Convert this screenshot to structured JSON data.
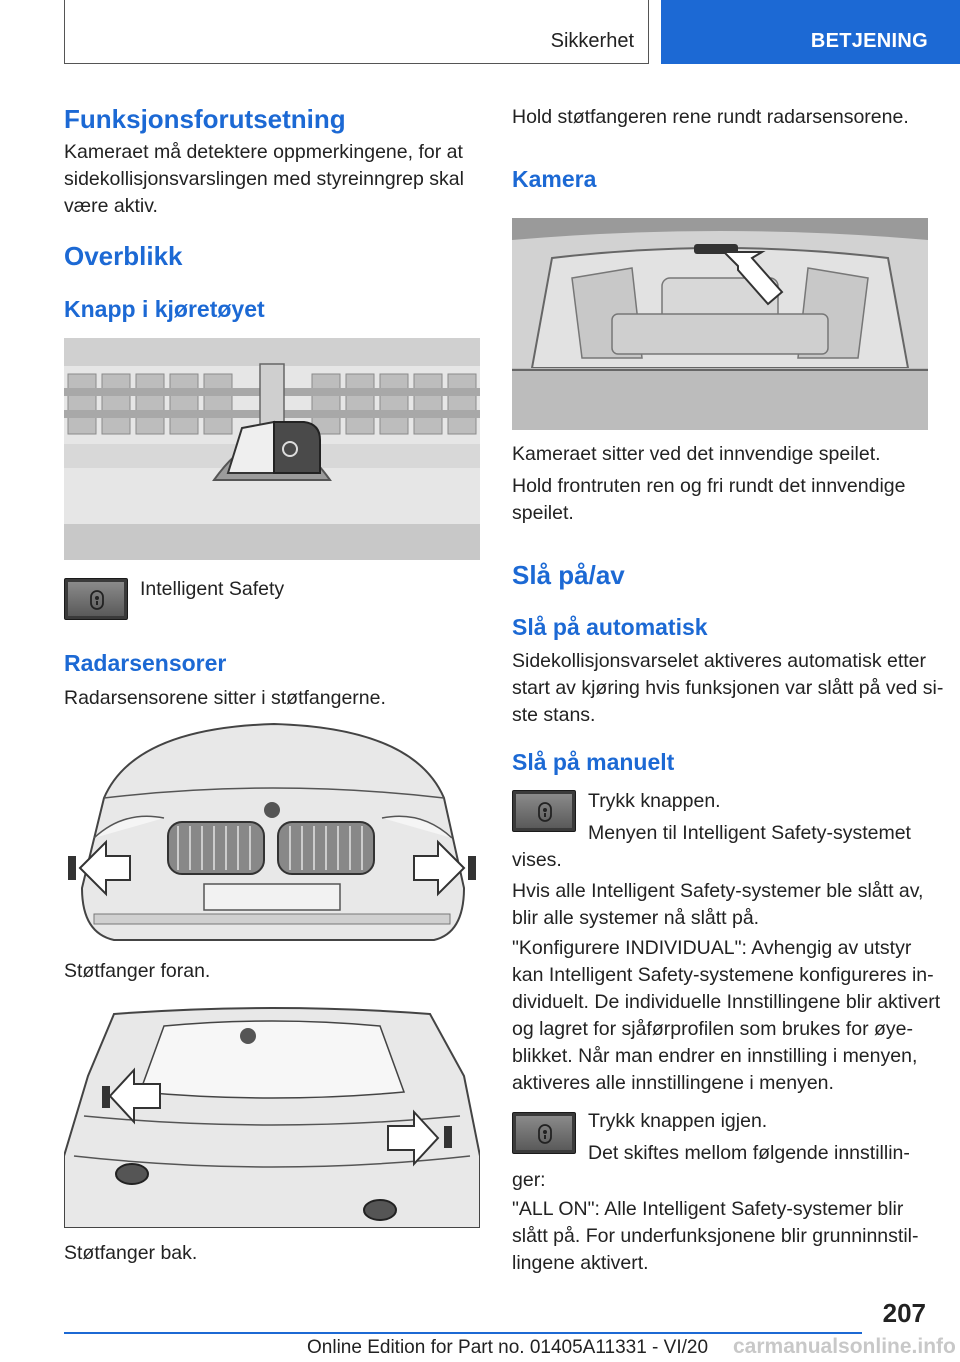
{
  "header": {
    "section": "Sikkerhet",
    "chapter": "BETJENING"
  },
  "left": {
    "h_funksjon": "Funksjonsforutsetning",
    "p_funksjon": [
      "Kameraet må detektere oppmerkingene, for at",
      "sidekollisjonsvarslingen med styreinngrep skal",
      "være aktiv."
    ],
    "h_overblikk": "Overblikk",
    "h_knapp": "Knapp i kjøretøyet",
    "button_label": "Intelligent Safety",
    "h_radar": "Radarsensorer",
    "p_radar": "Radarsensorene sitter i støtfangerne.",
    "caption_front": "Støtfanger foran.",
    "caption_rear": "Støtfanger bak."
  },
  "right": {
    "p_hold": "Hold støtfangeren rene rundt radarsensorene.",
    "h_kamera": "Kamera",
    "p_kamera1": "Kameraet sitter ved det innvendige speilet.",
    "p_kamera2": [
      "Hold frontruten ren og fri rundt det innvendige",
      "speilet."
    ],
    "h_slaa": "Slå på/av",
    "h_auto": "Slå på automatisk",
    "p_auto": [
      "Sidekollisjonsvarselet aktiveres automatisk etter",
      "start av kjøring hvis funksjonen var slått på ved si-",
      "ste stans."
    ],
    "h_manuelt": "Slå på manuelt",
    "p_trykk1": "Trykk knappen.",
    "p_menyen": [
      "Menyen til Intelligent Safety-systemet",
      "vises."
    ],
    "p_hvis": [
      "Hvis alle Intelligent Safety-systemer ble slått av,",
      "blir alle systemer nå slått på."
    ],
    "p_konfig": [
      "\"Konfigurere INDIVIDUAL\": Avhengig av utstyr",
      "kan Intelligent Safety-systemene konfigureres in-",
      "dividuelt. De individuelle Innstillingene blir aktivert",
      "og lagret for sjåførprofilen som brukes for øye-",
      "blikket. Når man endrer en innstilling i menyen,",
      "aktiveres alle innstillingene i menyen."
    ],
    "p_trykk2": "Trykk knappen igjen.",
    "p_skiftes": [
      "Det skiftes mellom følgende innstillin-",
      "ger:"
    ],
    "p_allon": [
      "\"ALL ON\": Alle Intelligent Safety-systemer blir",
      "slått på. For underfunksjonene blir grunninnstil-",
      "lingene aktivert."
    ]
  },
  "footer": {
    "page_number": "207",
    "edition": "Online Edition for Part no. 01405A11331 - VI/20",
    "watermark": "carmanualsonline.info"
  }
}
